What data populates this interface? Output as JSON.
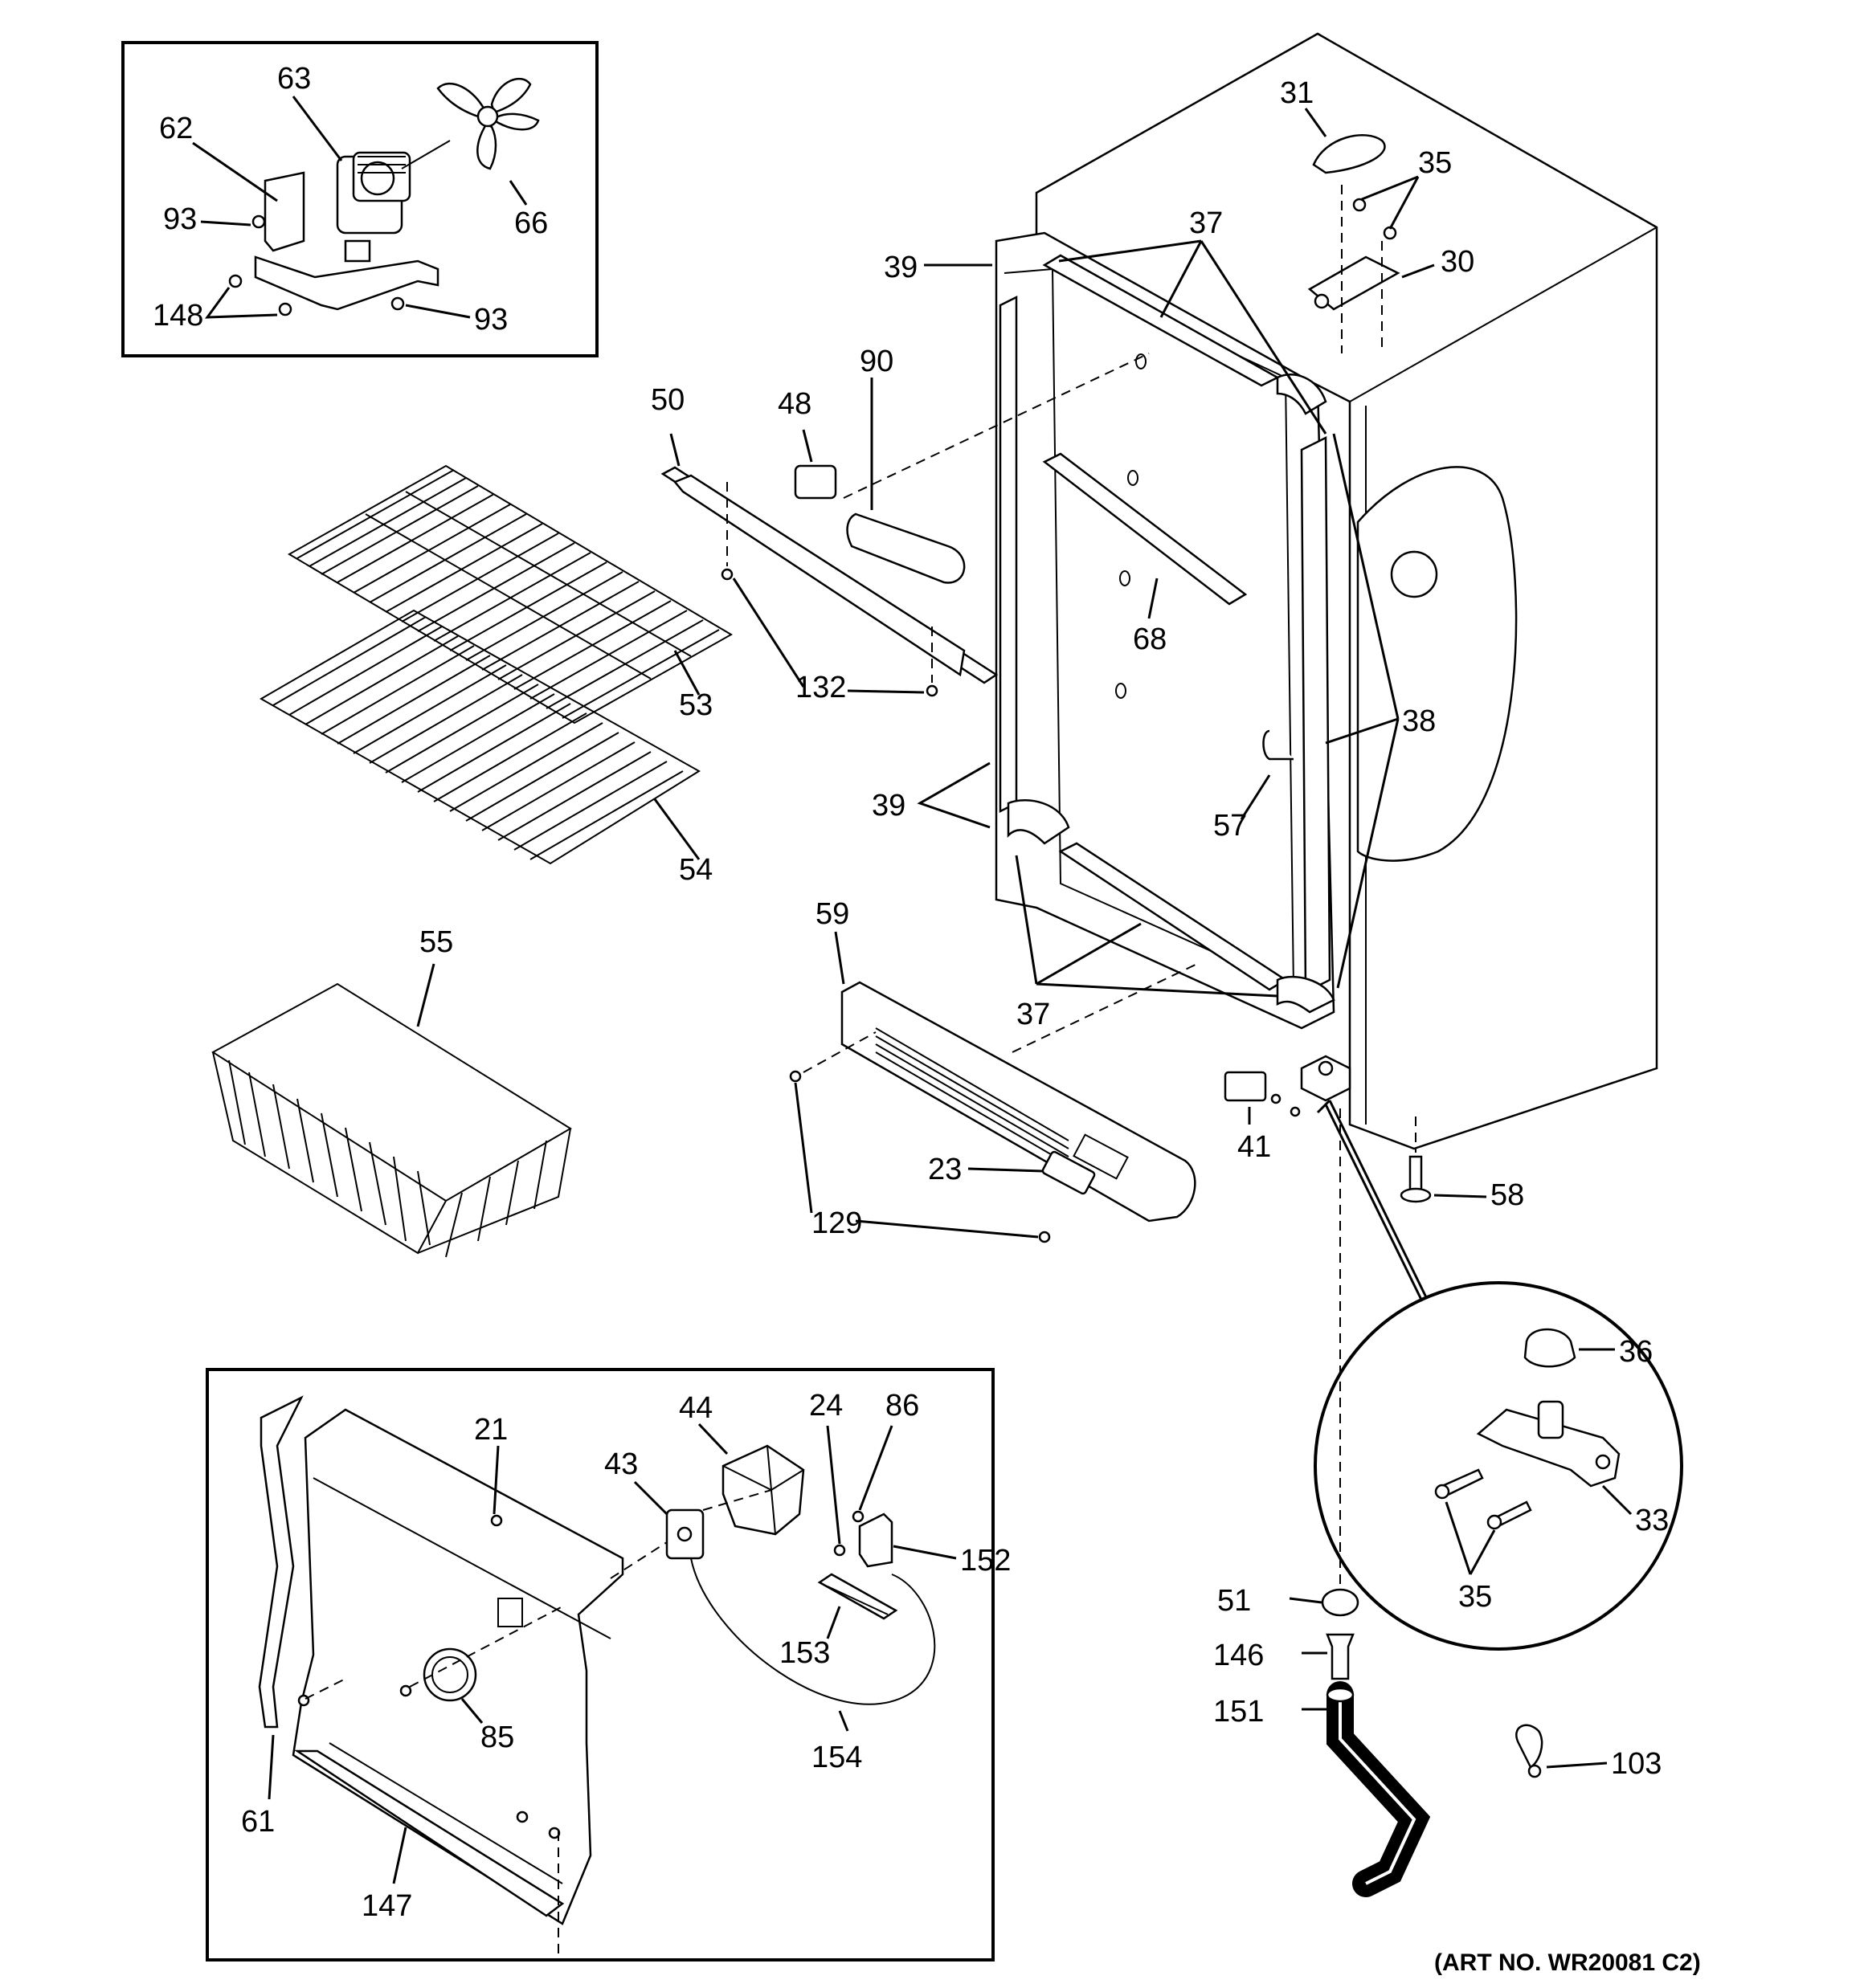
{
  "art_number": "(ART NO. WR20081 C2)",
  "callouts": {
    "c63": "63",
    "c62": "62",
    "c66": "66",
    "c93a": "93",
    "c93b": "93",
    "c148": "148",
    "c31": "31",
    "c35a": "35",
    "c30": "30",
    "c37a": "37",
    "c39a": "39",
    "c50": "50",
    "c48": "48",
    "c90": "90",
    "c68": "68",
    "c53": "53",
    "c132": "132",
    "c54": "54",
    "c39b": "39",
    "c38": "38",
    "c57": "57",
    "c55": "55",
    "c59": "59",
    "c37b": "37",
    "c23": "23",
    "c129": "129",
    "c41": "41",
    "c58": "58",
    "c36": "36",
    "c33": "33",
    "c35b": "35",
    "c21": "21",
    "c44": "44",
    "c24": "24",
    "c86": "86",
    "c43": "43",
    "c152": "152",
    "c153": "153",
    "c85": "85",
    "c154": "154",
    "c61": "61",
    "c147": "147",
    "c51": "51",
    "c146": "146",
    "c151": "151",
    "c103": "103"
  }
}
